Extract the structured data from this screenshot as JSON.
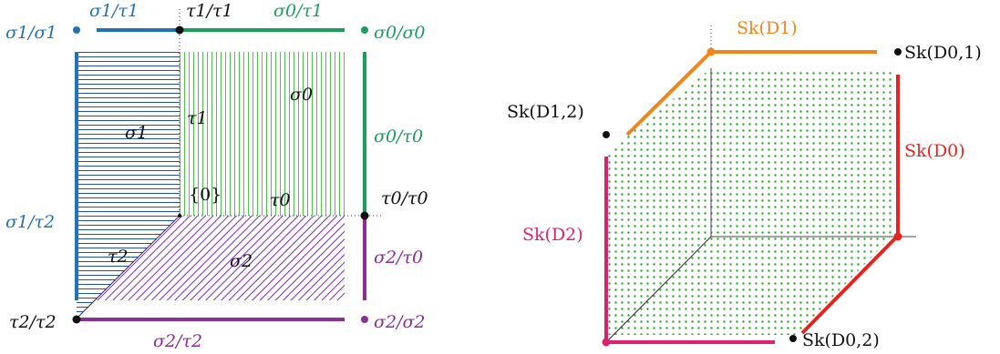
{
  "colors": {
    "blue": "#1f73b7",
    "green": "#1a9e5c",
    "purple": "#8a2f94",
    "orange": "#f0861a",
    "red": "#e8231e",
    "magenta": "#e0206e",
    "black": "#111111",
    "hatch_blue": "#1f4fb0",
    "hatch_green": "#4cc34c",
    "hatch_purple": "#7a28c8",
    "dots_green": "#2aa52a"
  },
  "left": {
    "edge_labels": {
      "top_left_corner": "σ1/σ1",
      "top_blue_edge": "σ1/τ1",
      "top_mid_point": "τ1/τ1",
      "top_green_edge": "σ0/τ1",
      "top_right_corner": "σ0/σ0",
      "right_green_edge": "σ0/τ0",
      "right_mid_point": "τ0/τ0",
      "right_purple_edge": "σ2/τ0",
      "bottom_right_corner": "σ2/σ2",
      "bottom_purple_edge": "σ2/τ2",
      "bottom_left_corner": "τ2/τ2",
      "left_blue_edge": "σ1/τ2"
    },
    "region_labels": {
      "sigma1": "σ1",
      "tau1": "τ1",
      "sigma0": "σ0",
      "origin": "{0}",
      "tau0": "τ0",
      "tau2": "τ2",
      "sigma2": "σ2"
    }
  },
  "right": {
    "labels": {
      "sk_d1": "Sk(D1)",
      "sk_d01": "Sk(D0,1)",
      "sk_d12": "Sk(D1,2)",
      "sk_d0": "Sk(D0)",
      "sk_d2": "Sk(D2)",
      "sk_d02": "Sk(D0,2)"
    }
  }
}
